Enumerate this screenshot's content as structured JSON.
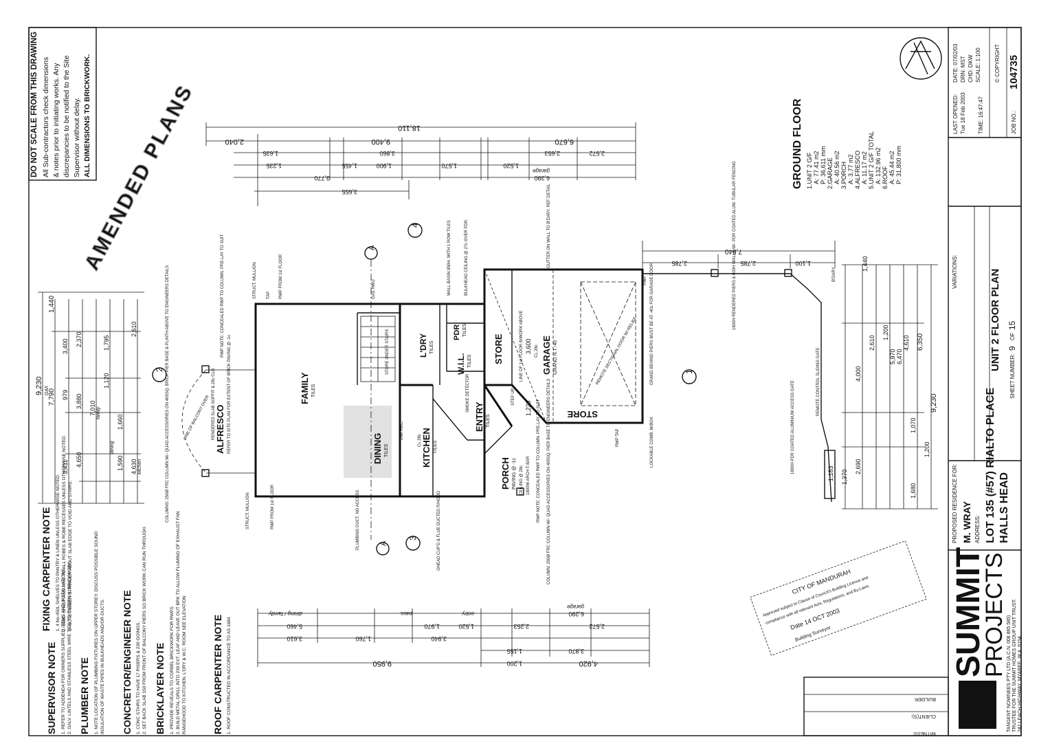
{
  "warning": {
    "line1": "DO NOT SCALE FROM THIS DRAWING",
    "line2": "All Sub-contractors check dimensions",
    "line3": "& notes prior to initiating works. Any",
    "line4": "discrepancies to be notified to the Site",
    "line5": "Supervisor without delay.",
    "line6": "ALL DIMENSIONS TO BRICKWORK."
  },
  "stamp_text": "AMENDED PLANS",
  "ground_floor": {
    "heading": "GROUND FLOOR",
    "items": [
      "1.UNIT 2 G/F",
      "A: 77.41 m2",
      "P: 36,611 mm",
      "2.GARAGE",
      "A: 40.56 m2",
      "3.PORCH",
      "A: 3.77 m2",
      "4.ALFRESCO",
      "A: 11.17 m2",
      "5.UNIT 2 G/F TOTAL",
      "A: 132.96 m2",
      "6.ROOF",
      "A: 45.44 m2",
      "P: 31,800 mm"
    ]
  },
  "title_block": {
    "date": "DATE:  07/02/03",
    "drn": "DRN:  MST",
    "chd": "CHD:  DKW",
    "scale": "SCALE: 1:100",
    "copyright": "© COPYRIGHT",
    "last_opened": "LAST OPENED:",
    "opened_date": "Tue 18 Feb 2003",
    "time": "TIME:  16:47:47",
    "job_label": "JOB NO.:",
    "job_no": "104735",
    "variations": "VARIATIONS:",
    "plan_title": "UNIT 2 FLOOR PLAN",
    "sheet_label": "SHEET NUMBER:",
    "sheet_no": "9",
    "sheet_of": "OF",
    "sheet_total": "15",
    "proposed": "PROPOSED RESIDENCE FOR:",
    "client": "M. WRAY",
    "address_label": "ADDRESS:",
    "address1": "LOT 135 (#57) RIALTO PLACE",
    "address2": "HALLS HEAD",
    "witness": "WITNESS:",
    "clients": "CLIENT(S):",
    "builder": "BUILDER:",
    "company": "SUMMIT",
    "company2": "PROJECTS",
    "company_line1": "TANGENT NOMINEES PTY LTD (A.C.N. 008 865 585)",
    "company_line2": "TRUSTEE FOR THE SUMMIT HOMES GROUP UNIT TRUST.",
    "company_line3": "242 LEACH HIGHWAY, MYAREE, W.A. 6154."
  },
  "council_stamp": {
    "line1": "CITY OF MANDURAH",
    "line2": "Approved subject to Clause of Council's Building Licence and",
    "line3": "compliance with all relevant Acts, Regulations, and By-Laws.",
    "line4": "Date 14 OCT 2003",
    "line5": "Building Surveyor"
  },
  "notes": [
    {
      "heading": "SUPERVISOR NOTE",
      "lines": [
        "1. REFER TO ADDENDA FOR OWNERS SUPPLIED ITEMS AND INSTALLATIONS.",
        "2. GALV. LINTELS AND STAINLESS STEEL WIRE TIES TO EXTERNAL BRICKWORK."
      ]
    },
    {
      "heading": "PLUMBER NOTE",
      "lines": [
        "1. NOTE LOCATION OF PLUMBING FIXTURES ON UPPER STOREY. DISCUSS POSSIBLE SOUND",
        "INSULATION OF WASTE PIPES IN BULKHEADS AND/OR DUCTS."
      ]
    },
    {
      "heading": "CONCRETOR/ENGINEER NOTE",
      "lines": [
        "1. CONC STAIRS TO HAVE 17 RISERS & 230 GOINGS.",
        "2. SET BACK SLAB 150 FROM FRONT OF BALCONY PIERS SO BRICK WORK CAN RUN THROUGH."
      ]
    },
    {
      "heading": "BRICKLAYER NOTE",
      "lines": [
        "1. PROVIDE REVEALS TO CORBEL BRICKWORK FOR RWPS",
        "2. BUILD METAL GRILL INTO 230 EXT. LEAF AND LEAVE OUT BRK TO ALLOW FLUMING OF EXHAUST FAN",
        "RANGEHOOD TO KITCHEN, L'DRY & W.C. ROOM SEE ELEVATION"
      ]
    },
    {
      "heading": "ROOF CARPENTER NOTE",
      "lines": [
        "1. ROOF CONSTRUCTED IN ACCORDANCE TO AS 1684"
      ]
    },
    {
      "heading": "FIXING CARPENTER NOTE",
      "lines": [
        "1. 4 No.450L SHELVES TO PANTRY & LINEN UNLESS OTHERWISE NOTED.",
        "2. 450D. SHELF AND RAIL TO ALL ROBES & ROBE RECESSES UNLESS OTHERWISE NOTED.",
        "3. NOTE TIMBER STRINGER ABOUT SLAB EDGE TO VOID AND STAIRS."
      ]
    }
  ],
  "rooms": {
    "family": "FAMILY",
    "family_sub": "TILES",
    "dining": "DINING",
    "dining_sub": "TILES",
    "kitchen": "KITCHEN",
    "kitchen_sub": "TILES",
    "entry": "ENTRY",
    "entry_sub": "TILES",
    "ldry": "L'DRY",
    "ldry_sub": "TILES",
    "wil": "W.I.L.",
    "wil_sub": "TILES",
    "pdr": "PDR",
    "pdr_sub": "TILES",
    "store1": "STORE",
    "store2": "STORE",
    "garage": "GARAGE",
    "garage_sub": "GRANO N.T.-40",
    "porch": "PORCH",
    "porch_sub": "PAVING @ -1c",
    "alfresco": "ALFRESCO",
    "alfresco_sub": "REFER TO SITE PLAN FOR EXTENT OF BRICK PAVING @ -1c"
  },
  "callouts": {
    "c1": "1",
    "c2": "2",
    "c3": "3",
    "c4": "4",
    "secA1": "A",
    "secA2": "A"
  },
  "annotations": {
    "balcony": "LINE OF BALCONY OVER",
    "slab": "RENDERED SLAB SOFFIT & 28c CLG",
    "rwp_note": "RWP NOTE: CONCEALED RWP TO COLUMN. PRE-LAY TO SUIT",
    "columns": "COLUMNS: 250Ø FRC COLUMN W/- QUAD ACCESSORIES ON 405SQ. BRICK PIER BASE & PLINTH ABOVE TO ENGINEERS DETAILS",
    "plumbing_duct": "PLUMBING DUCT. NO ACCESS",
    "rangehood": "OHEAD CUP'D & FLUE DUCTED R/HOOD",
    "column2": "COLUMN: 250Ø FRC COLUMN W/- QUAD ACCESSORIES ON 405SQ. PIER BASE TO ENGINEERS DETAILS",
    "rwp_note2": "RWP NOTE: CONCEALED RWP TO COLUMN. PRE-LAY TO SUIT",
    "ceiling": "CEILING @ 28c",
    "arch": "1800W ARCH T-BAR",
    "gas_hwu": "GAS HWU",
    "wall_basin": "WALL BASIN 850H. WITH 1 ROW TILES",
    "bulkhead": "BULKHEAD CEILING @ 27c OVER PDR.",
    "gutter": "GUTTER ON WALL TO B'DARY. REF DETAIL",
    "piers": "1800H RENDERED PIERS & 600H WALLS W/- PDR COATED ALUM. TUBULAR FENCING",
    "sliding_gate": "REMOTE CONTROL SLIDING GATE",
    "access_gate": "1800H PDR COATED ALUMINIUM ACCESS GATE",
    "garage_door": "REMOTE SECTIONAL DOOR W/-RELIEF",
    "grand_piers": "GRAND BEHIND PIERS MUST BE AT -40c FOR GARAGE DOOR",
    "lockable": "LOCKABLE COMB. M/BOX",
    "bdary": "B'DARY",
    "struct1": "STRUCT. MULLION",
    "struct2": "STRUCT. MULLION",
    "rwp_floor1": "RWP FROM 1st FLOOR",
    "rwp_floor2": "RWP FROM 1st FLOOR",
    "tap": "TAP",
    "rwp_tap": "RWP TAP",
    "rwp": "RWP",
    "step_up": "STEP UP",
    "smoke": "SMOKE DETECTOR",
    "store_under": "STORE UNDER STAIRS",
    "line_floor": "LINE OF 1st FLOOR B/WORK ABOVE",
    "dw_rec": "DW/ REC.",
    "cl28c": "CL 28c",
    "cl28c2": "CL 28c"
  },
  "dims_top": {
    "overall": "18,110",
    "d1": "2,040",
    "d2": "9,400",
    "d3": "6,670",
    "garage": "garage",
    "g1": "6,390",
    "r1": "3,655",
    "r2": "3,770",
    "r3": "3,860",
    "r4": "1,570",
    "r5": "1,520",
    "r6": "2,653",
    "r7": "2,572",
    "r8": "1,635",
    "r9": "1,235",
    "r10": "1,455",
    "r11": "1,900"
  },
  "dims_left": {
    "overall": "9,230",
    "sub": "OA/I",
    "d1": "7,790",
    "d2": "1,440",
    "d3": "3,411",
    "d4": "979",
    "d5": "3,400",
    "d6": "4,650",
    "d7": "7,010",
    "d8": "3,880",
    "d9": "2,370",
    "d10": "1,120",
    "d11": "1,795",
    "d12": "2,610",
    "d13": "4,630",
    "d14": "1,590",
    "d15": "1,660",
    "family": "family",
    "dining": "dining",
    "kitchen": "kitchen"
  },
  "dims_bottom": {
    "overall": "9,950",
    "d1": "4,920",
    "d2": "1,200",
    "d3": "5,460",
    "d4": "3,610",
    "d5": "1,760",
    "d6": "3,940",
    "d7": "1,970",
    "d8": "1,520",
    "d9": "6,290",
    "d10": "3,870",
    "d11": "2,572",
    "d12": "1,155",
    "d13": "2,253",
    "dining": "dining / family",
    "garage": "garage",
    "entry": "entry",
    "pass": "pass."
  },
  "dims_right": {
    "overall": "7,840",
    "d1": "2,785",
    "d2": "2,785",
    "d3": "1,100",
    "d4": "1,440",
    "d5": "9,230",
    "d6": "6,350",
    "d7": "4,610",
    "d8": "4,000",
    "d9": "5,970",
    "d10": "6,470",
    "d11": "2,610",
    "d12": "1,200",
    "d13": "1,070",
    "d14": "2,690",
    "d15": "1,370",
    "d16": "1,183",
    "d17": "1,680",
    "d18": "3,600",
    "d19": "1,220",
    "d20": "1,200"
  }
}
